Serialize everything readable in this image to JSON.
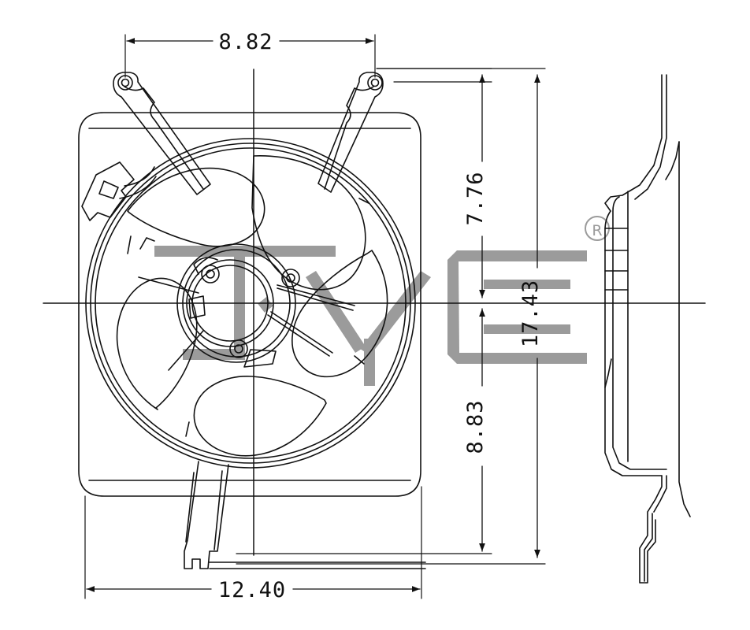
{
  "drawing": {
    "type": "engineering-dimensioned-drawing",
    "subject": "radiator cooling fan assembly with shroud",
    "views": [
      "front-view",
      "side-profile-view"
    ],
    "background_color": "#ffffff",
    "line_color": "#111111",
    "watermark_color": "#9b9b9b"
  },
  "dimensions": {
    "top_width": "8.82",
    "upper_height": "7.76",
    "lower_height": "8.83",
    "overall_height": "17.43",
    "bottom_width": "12.40"
  },
  "watermark": {
    "brand": "TYC",
    "registered_mark": "R"
  }
}
